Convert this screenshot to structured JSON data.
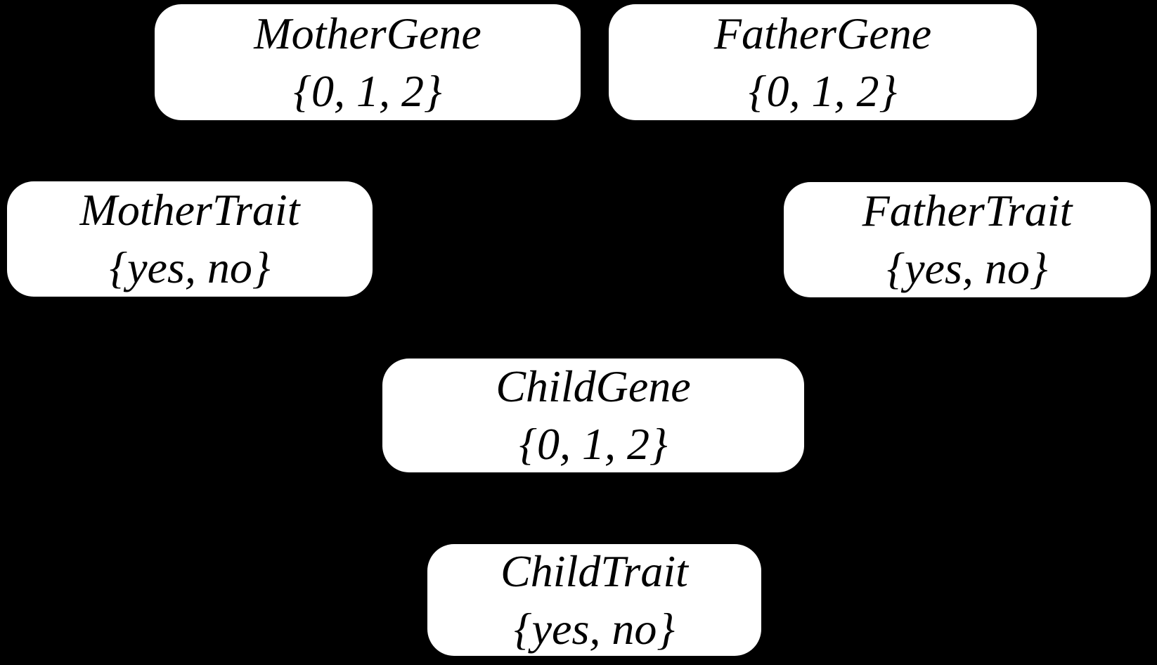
{
  "diagram": {
    "type": "bayesian-network",
    "colors": {
      "background": "#000000",
      "node_fill": "#ffffff",
      "node_text": "#000000"
    },
    "nodes": [
      {
        "id": "mother-gene",
        "title": "MotherGene",
        "domain": "{0, 1, 2}"
      },
      {
        "id": "father-gene",
        "title": "FatherGene",
        "domain": "{0, 1, 2}"
      },
      {
        "id": "mother-trait",
        "title": "MotherTrait",
        "domain": "{yes, no}"
      },
      {
        "id": "father-trait",
        "title": "FatherTrait",
        "domain": "{yes, no}"
      },
      {
        "id": "child-gene",
        "title": "ChildGene",
        "domain": "{0, 1, 2}"
      },
      {
        "id": "child-trait",
        "title": "ChildTrait",
        "domain": "{yes, no}"
      }
    ]
  }
}
